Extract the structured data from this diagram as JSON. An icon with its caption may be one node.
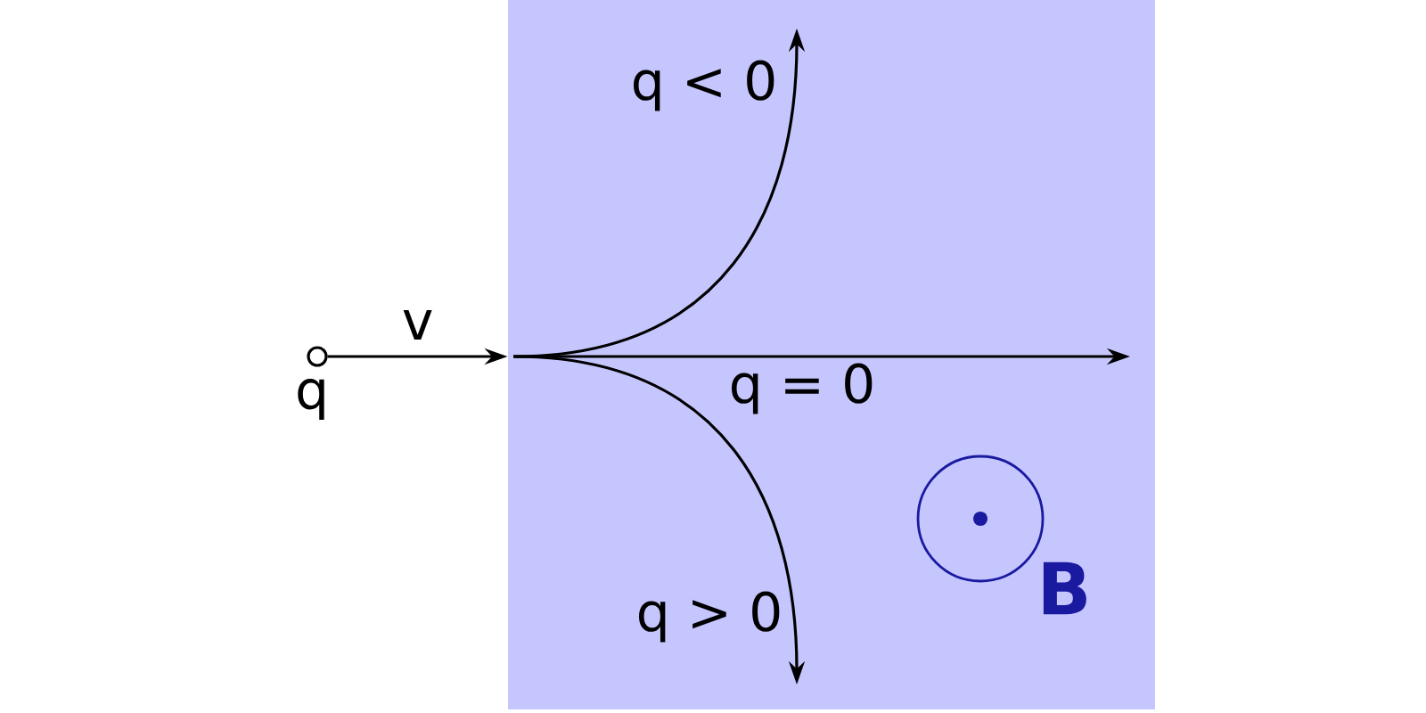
{
  "diagram": {
    "nodes": [
      {
        "text": [],
        "shape": "circle",
        "beside": [
          "q"
        ]
      },
      {
        "text": [],
        "shape": "box"
      },
      {
        "text": [],
        "shape": "circle",
        "beside": [
          "B"
        ],
        "in": 1
      }
    ],
    "edges": [
      {
        "from": 0,
        "to": 1,
        "arrow": "to",
        "label": "v"
      }
    ],
    "labels": [
      "q < 0",
      "q = 0",
      "q > 0"
    ]
  }
}
